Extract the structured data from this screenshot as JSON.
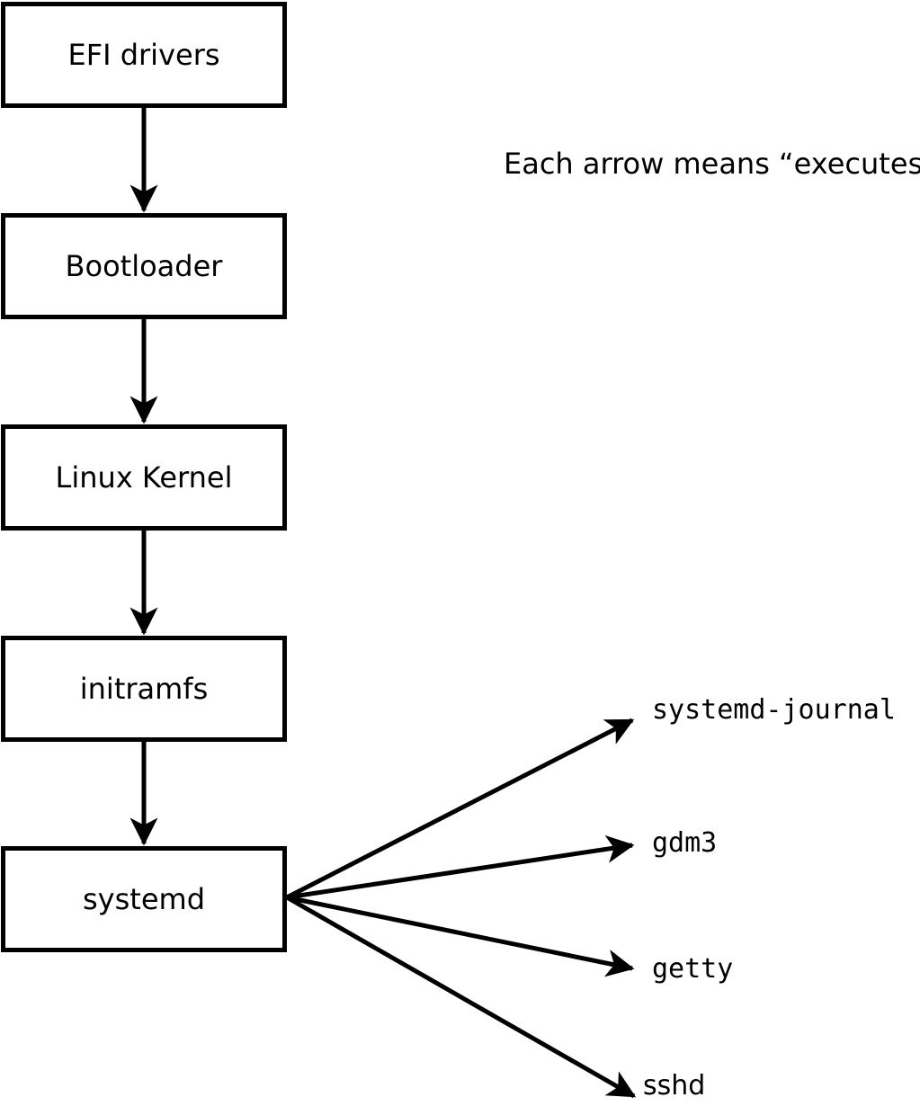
{
  "note": "Each arrow means “executes”.",
  "boot_chain": [
    {
      "label": "EFI drivers"
    },
    {
      "label": "Bootloader"
    },
    {
      "label": "Linux Kernel"
    },
    {
      "label": "initramfs"
    },
    {
      "label": "systemd"
    }
  ],
  "spawned_services": [
    {
      "label": "systemd-journal"
    },
    {
      "label": "gdm3"
    },
    {
      "label": "getty"
    },
    {
      "label": "sshd"
    }
  ],
  "colors": {
    "line": "#000000",
    "background": "#ffffff"
  }
}
